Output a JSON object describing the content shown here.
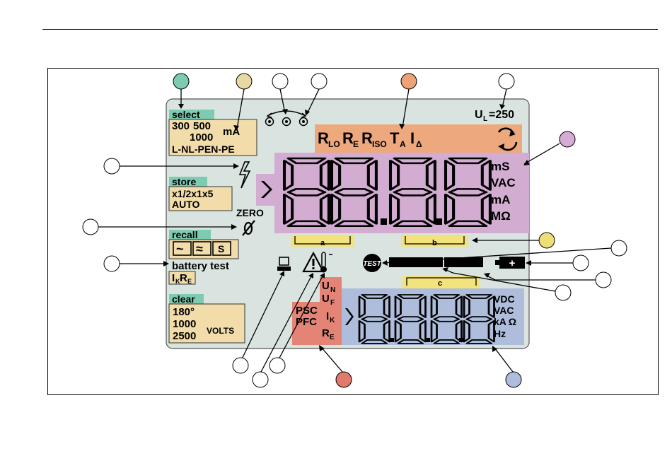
{
  "colors": {
    "panel": "#d9e4e0",
    "tag": "#7ccbb2",
    "cream": "#f2dcaa",
    "orange": "#eda87e",
    "violet": "#d3acd2",
    "blue": "#aebddb",
    "yellow": "#f3e37c",
    "salmon": "#e38476",
    "callout_teal": "#7ccbb2",
    "callout_tan": "#e8d8a4",
    "callout_orange": "#eea376",
    "callout_violet": "#d4acd6",
    "callout_yellow": "#efdd78",
    "callout_salmon": "#e07a6a",
    "callout_blue": "#aebddb"
  },
  "select": {
    "tag": "select",
    "line1a": "300",
    "line1b": "500",
    "unit": "mA",
    "line2": "1000",
    "line3": "L-NL-PEN-PE"
  },
  "ul": {
    "prefix": "U",
    "sub": "L",
    "value": "=250"
  },
  "functions": [
    {
      "main": "R",
      "sub": "LO"
    },
    {
      "main": "R",
      "sub": "E"
    },
    {
      "main": "R",
      "sub": "ISO"
    },
    {
      "main": "T",
      "sub": "A"
    },
    {
      "main": "I",
      "sub": "Δ"
    }
  ],
  "store": {
    "tag": "store",
    "line1": "x1/2x1x5",
    "line2": "AUTO"
  },
  "zero": "ZERO",
  "recall": {
    "tag": "recall",
    "icons": [
      "~",
      "≈",
      "S"
    ]
  },
  "battery_test": "battery test",
  "ikre": {
    "m1": "I",
    "s1": "K",
    "m2": "R",
    "s2": "E"
  },
  "clear": {
    "tag": "clear",
    "line1": "180°",
    "line2": "1000",
    "line3": "2500",
    "volts": "VOLTS"
  },
  "primary_units": [
    "mS",
    "VAC",
    "mA",
    "MΩ"
  ],
  "brackets": [
    "a",
    "b",
    "c"
  ],
  "test_badge": "TEST",
  "u_labels": [
    {
      "main": "U",
      "sub": "N"
    },
    {
      "main": "U",
      "sub": "F"
    },
    {
      "main": "I",
      "sub": "K"
    },
    {
      "main": "R",
      "sub": "E"
    }
  ],
  "psc": "PSC",
  "pfc": "PFC",
  "secondary_units": [
    "VDC",
    "VAC",
    "kA Ω",
    "Hz"
  ],
  "callouts": [
    {
      "color": "callout_teal"
    },
    {
      "color": "callout_tan"
    },
    {
      "color": "white"
    },
    {
      "color": "white"
    },
    {
      "color": "callout_orange"
    },
    {
      "color": "white"
    },
    {
      "color": "callout_violet"
    },
    {
      "color": "white"
    },
    {
      "color": "white"
    },
    {
      "color": "white"
    },
    {
      "color": "callout_yellow"
    },
    {
      "color": "white"
    },
    {
      "color": "white"
    },
    {
      "color": "white"
    },
    {
      "color": "white"
    },
    {
      "color": "white"
    },
    {
      "color": "white"
    },
    {
      "color": "white"
    },
    {
      "color": "callout_salmon"
    },
    {
      "color": "callout_blue"
    }
  ]
}
